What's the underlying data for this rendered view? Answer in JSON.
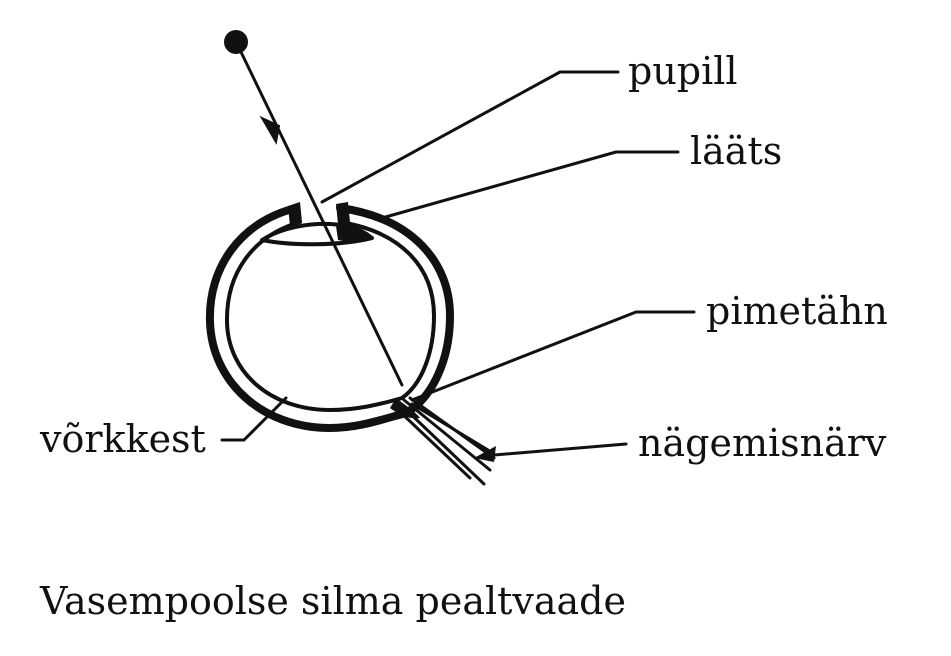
{
  "labels": {
    "pupil": "pupill",
    "lens": "lääts",
    "blind_spot": "pimetähn",
    "optic_nerve": "nägemisnärv",
    "retina": "võrkkest"
  },
  "caption": "Vasempoolse silma pealtvaade",
  "colors": {
    "ink": "#111111",
    "background": "#ffffff"
  }
}
